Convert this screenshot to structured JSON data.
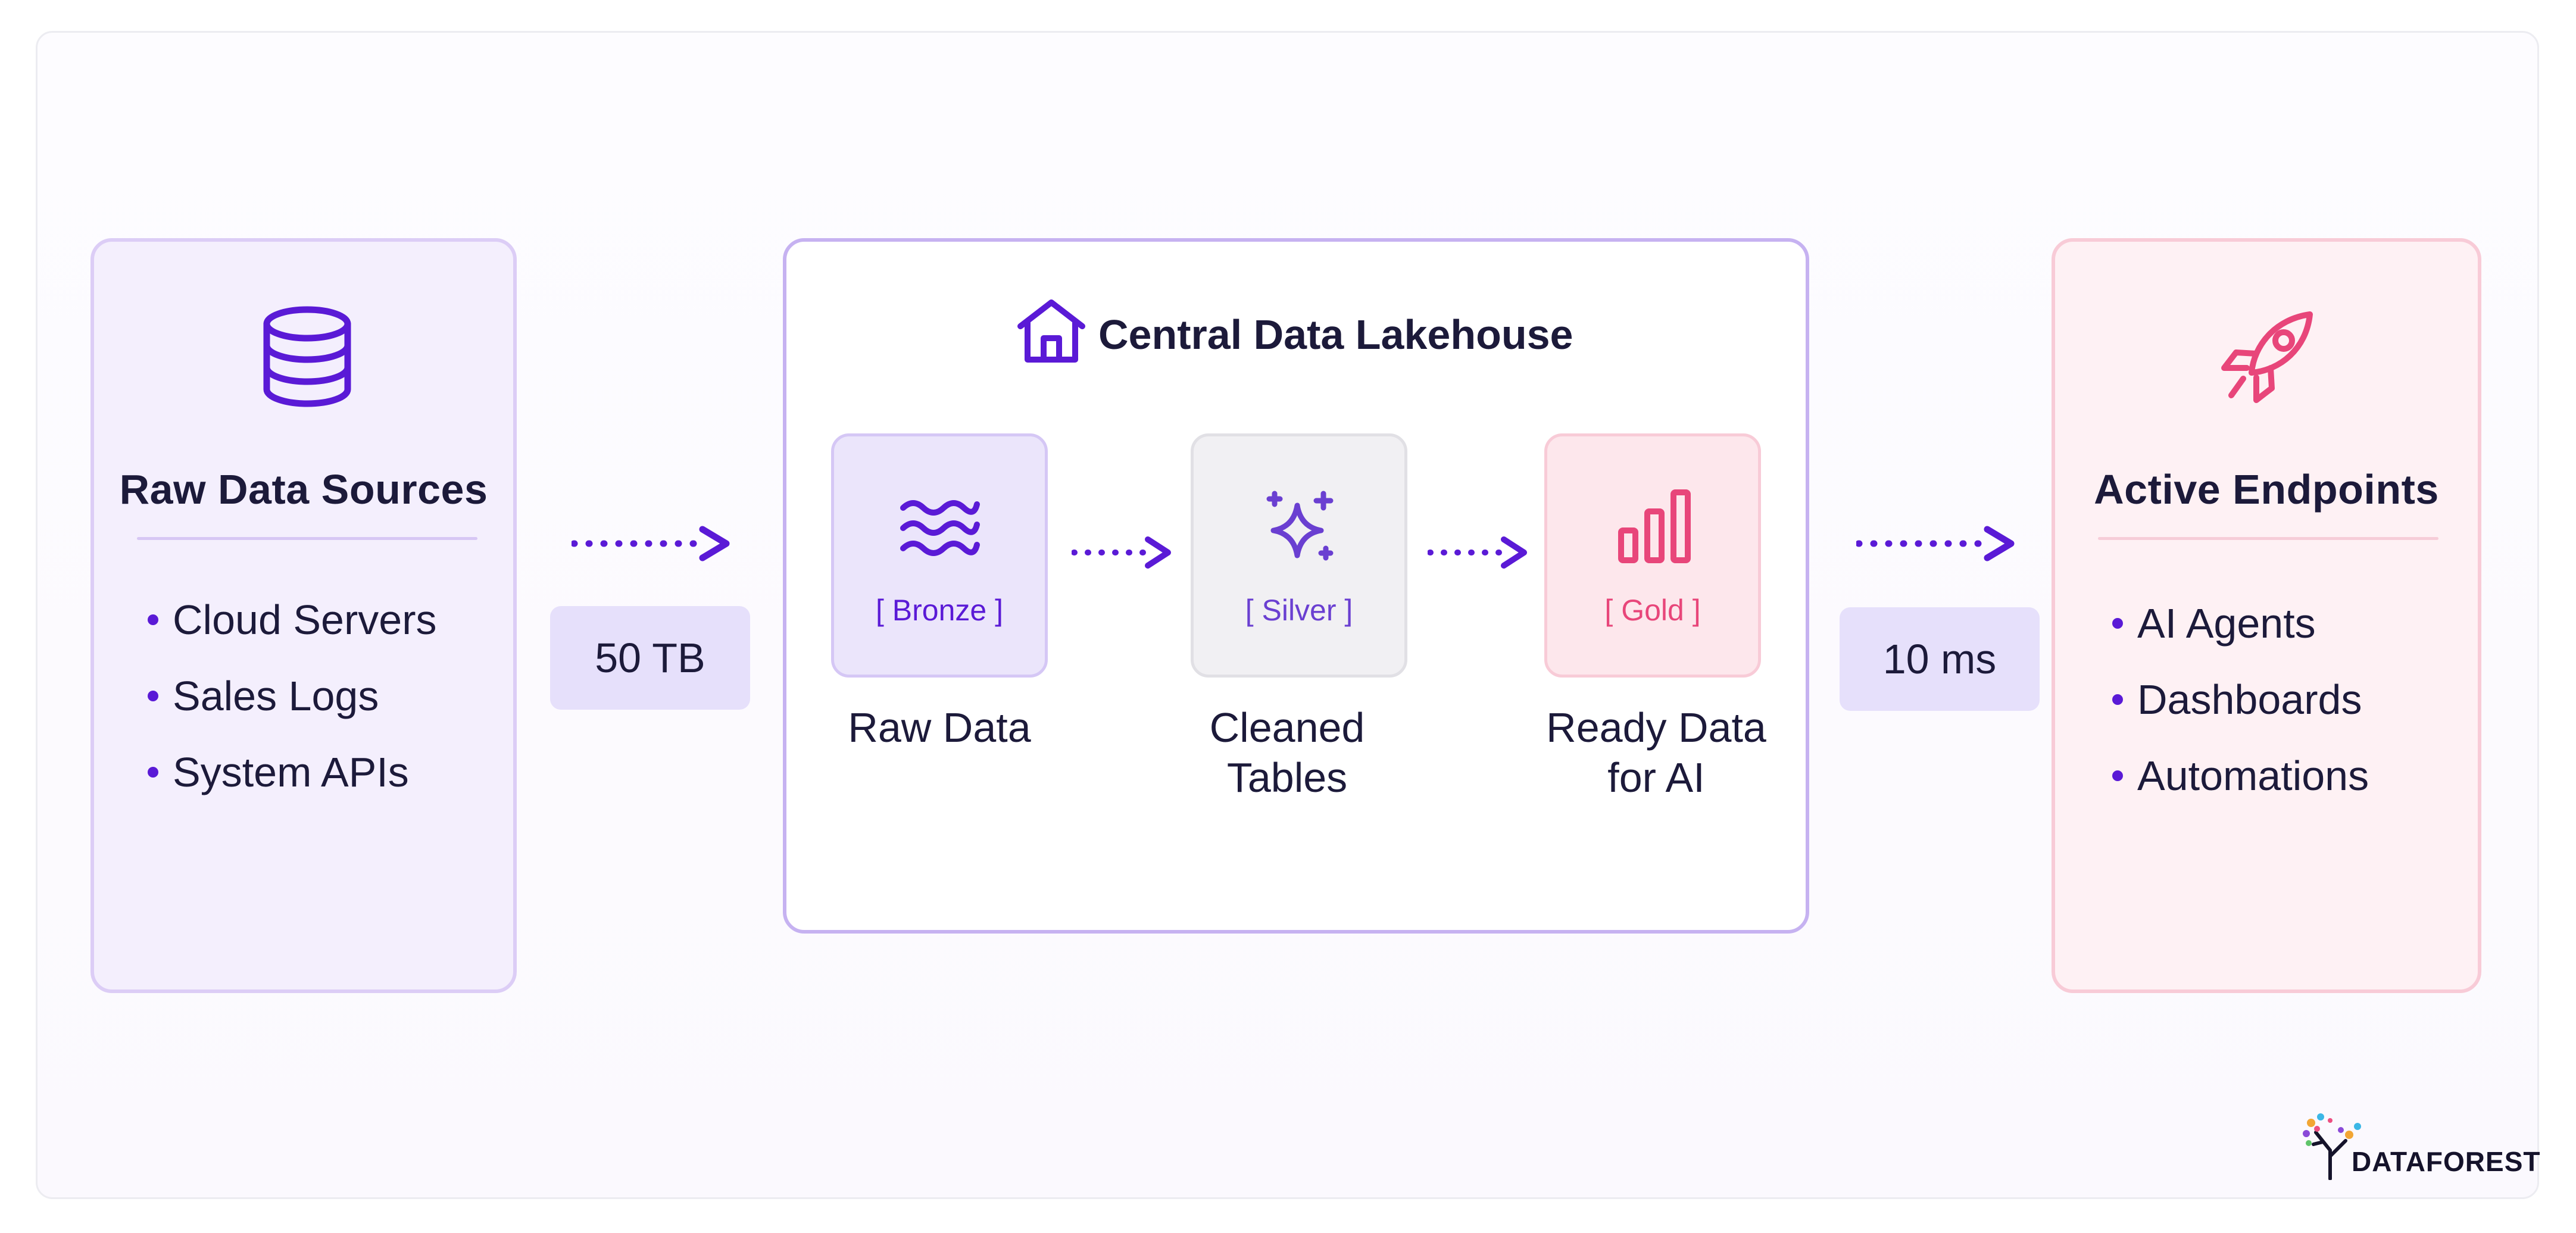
{
  "sources": {
    "title": "Raw Data Sources",
    "icon": "database-icon",
    "items": [
      "Cloud Servers",
      "Sales Logs",
      "System APIs"
    ]
  },
  "transfer_in": {
    "value": "50 TB"
  },
  "lakehouse": {
    "title": "Central Data Lakehouse",
    "icon": "house-icon",
    "stages": [
      {
        "tag": "[ Bronze ]",
        "icon": "waves-icon",
        "caption": [
          "Raw Data"
        ],
        "color": "#5a1ad6"
      },
      {
        "tag": "[ Silver ]",
        "icon": "sparkle-icon",
        "caption": [
          "Cleaned",
          "Tables"
        ],
        "color": "#6a3fd1"
      },
      {
        "tag": "[ Gold ]",
        "icon": "bar-chart-icon",
        "caption": [
          "Ready Data",
          "for AI"
        ],
        "color": "#e8467a"
      }
    ]
  },
  "latency": {
    "value": "10 ms"
  },
  "endpoints": {
    "title": "Active Endpoints",
    "icon": "rocket-icon",
    "items": [
      "AI Agents",
      "Dashboards",
      "Automations"
    ]
  },
  "brand": {
    "name": "DATAFOREST"
  },
  "colors": {
    "accent": "#5a1ad6",
    "sources_bg": "#f4effd",
    "endpoints_bg": "#fef1f4",
    "gold": "#e8467a",
    "badge_bg": "#e6e0fb"
  }
}
